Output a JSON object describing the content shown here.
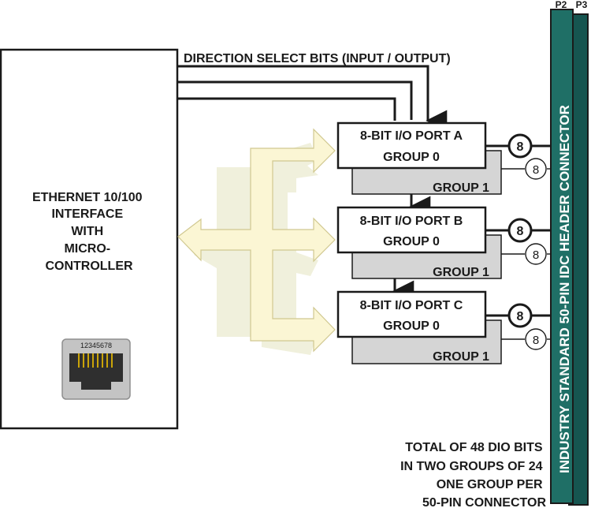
{
  "direction_label": "DIRECTION SELECT BITS (INPUT / OUTPUT)",
  "controller": {
    "lines": [
      "ETHERNET 10/100",
      "INTERFACE",
      "WITH",
      "MICRO-",
      "CONTROLLER"
    ],
    "rj45_pins": "12345678"
  },
  "ports": [
    {
      "title": "8-BIT I/O PORT A",
      "group0": "GROUP 0",
      "group1": "GROUP 1",
      "width_top": "8",
      "width_bottom": "8"
    },
    {
      "title": "8-BIT I/O PORT B",
      "group0": "GROUP 0",
      "group1": "GROUP 1",
      "width_top": "8",
      "width_bottom": "8"
    },
    {
      "title": "8-BIT I/O PORT C",
      "group0": "GROUP 0",
      "group1": "GROUP 1",
      "width_top": "8",
      "width_bottom": "8"
    }
  ],
  "connector": {
    "p2_label": "P2",
    "p3_label": "P3",
    "label": "INDUSTRY STANDARD 50-PIN IDC HEADER CONNECTOR",
    "color": "#1f6f66"
  },
  "footnote": [
    "TOTAL OF 48 DIO BITS",
    "IN TWO GROUPS OF 24",
    "ONE GROUP PER",
    "50-PIN CONNECTOR"
  ],
  "colors": {
    "bus_fill": "#fbf6d4",
    "group1_fill": "#d5d5d5",
    "connector_teal": "#1f6f66"
  }
}
